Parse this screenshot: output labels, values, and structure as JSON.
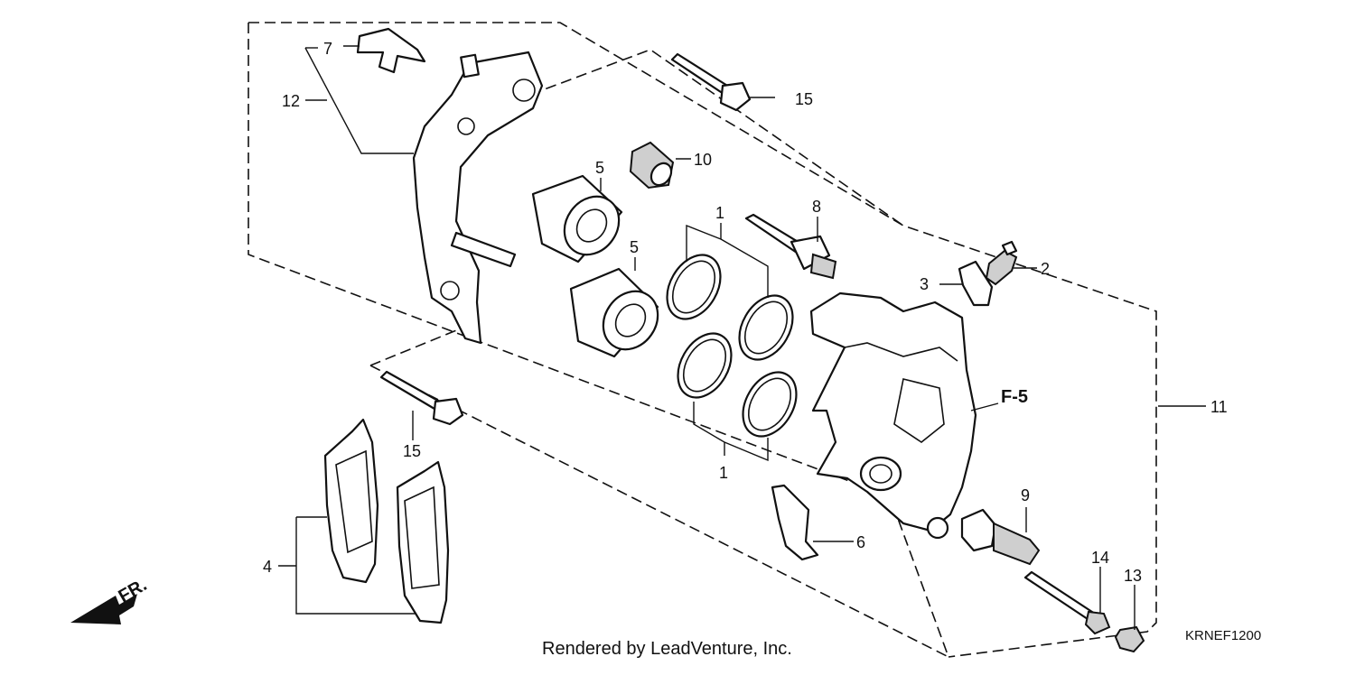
{
  "callouts": {
    "c1a": "1",
    "c1b": "1",
    "c2": "2",
    "c3": "3",
    "c4": "4",
    "c5a": "5",
    "c5b": "5",
    "c6": "6",
    "c7": "7",
    "c8": "8",
    "c9": "9",
    "c10": "10",
    "c11": "11",
    "c12": "12",
    "c13": "13",
    "c14": "14",
    "c15a": "15",
    "c15b": "15"
  },
  "reference_label": "F-5",
  "direction_label": "FR.",
  "footer_text": "Rendered by LeadVenture, Inc.",
  "diagram_code": "KRNEF1200"
}
